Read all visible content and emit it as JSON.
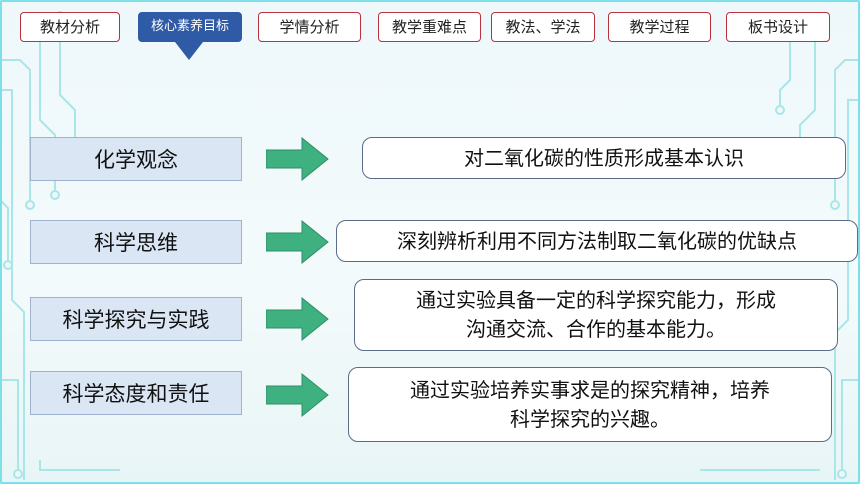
{
  "tabs": [
    {
      "label": "教材分析",
      "active": false
    },
    {
      "label": "核心素养目标",
      "active": true
    },
    {
      "label": "学情分析",
      "active": false
    },
    {
      "label": "教学重难点",
      "active": false
    },
    {
      "label": "教法、学法",
      "active": false
    },
    {
      "label": "教学过程",
      "active": false
    },
    {
      "label": "板书设计",
      "active": false
    }
  ],
  "rows": [
    {
      "label": "化学观念",
      "description": [
        "对二氧化碳的性质形成基本认识"
      ]
    },
    {
      "label": "科学思维",
      "description": [
        "深刻辨析利用不同方法制取二氧化碳的优缺点"
      ]
    },
    {
      "label": "科学探究与实践",
      "description": [
        "通过实验具备一定的科学探究能力，形成",
        "沟通交流、合作的基本能力。"
      ]
    },
    {
      "label": "科学态度和责任",
      "description": [
        "通过实验培养实事求是的探究精神，培养",
        "科学探究的兴趣。"
      ]
    }
  ],
  "colors": {
    "tab_border": "#b9323d",
    "tab_active_bg": "#2f5aa6",
    "label_bg": "#dbe6f5",
    "arrow": "#3fb07f",
    "circuit": "#9fe3e6"
  }
}
